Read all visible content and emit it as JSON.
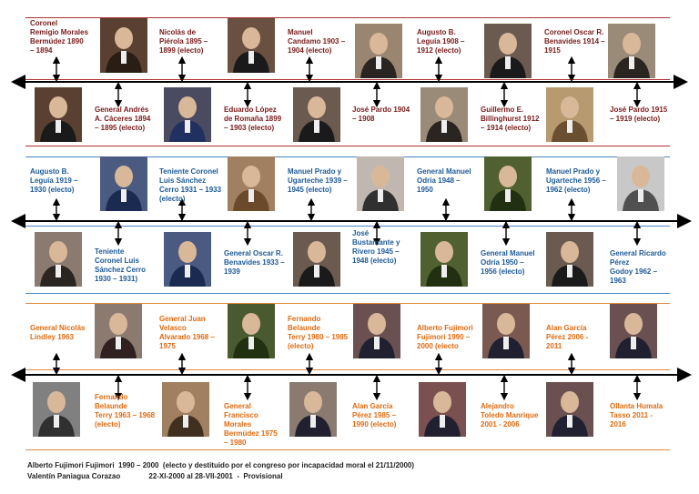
{
  "colors": {
    "band1": "#7a1a1a",
    "band2": "#1c5a98",
    "band3": "#e06a10",
    "axis": "#000000"
  },
  "band1": {
    "top": [
      "Coronel\nRemigio Morales\nBermúdez 1890\n– 1894",
      "Nicolás de\nPiérola   1895 –\n1899 (electo)",
      "Manuel\nCandamo 1903 –\n1904 (electo)",
      "Augusto B.\nLeguía   1908 –\n1912 (electo)",
      "Coronel Oscar R.\nBenavides 1914 –\n1915"
    ],
    "bottom": [
      "General Andrés\nA. Cáceres 1894\n– 1895 (electo)",
      "Eduardo López\nde Romaña 1899\n– 1903 (electo)",
      "José Pardo 1904\n– 1908",
      "Guillermo E.\nBillinghurst 1912\n– 1914 (electo)",
      "José Pardo 1915\n– 1919 (electo)"
    ]
  },
  "band2": {
    "top": [
      "Augusto B.\nLeguía   1919 –\n1930  (electo)",
      "Teniente Coronel\nLuis Sánchez\nCerro 1931 – 1933\n(electo)",
      "Manuel Prado y\nUgarteche 1939 –\n1945  (electo)",
      "General Manuel\nOdría     1948 –\n1950",
      "Manuel Prado y\nUgarteche 1956 –\n1962 (electo)"
    ],
    "bottom": [
      "Teniente\nCoronel Luis\nSánchez Cerro\n1930 – 1931)",
      "General Oscar R.\nBenavides 1933 –\n1939",
      "José\nBustamante y\nRivero   1945 –\n1948 (electo)",
      "General Manuel\nOdría     1950 –\n1956 (electo)",
      "General Ricardo\nPérez\nGodoy 1962 –\n1963"
    ]
  },
  "band3": {
    "top": [
      "General Nicolás\nLindley   1963",
      "General Juan\nVelasco\nAlvarado 1968 –\n1975",
      "Fernando\nBelaunde\nTerry 1980 – 1985\n(electo)",
      "Alberto Fujimori\nFujimori 1990 –\n2000 (electo",
      "Alan García\nPérez      2006 -\n2011"
    ],
    "bottom": [
      "Fernando\nBelaunde\nTerry 1963 – 1968\n(electo)",
      "General\nFrancisco\nMorales\nBermúdez 1975\n– 1980",
      "Alan García\nPérez      1985 –\n1990 (electo)",
      "Alejandro\nToledo Manrique\n2001 - 2006",
      "Ollanta Humala\nTasso      2011 -\n2016"
    ]
  },
  "footer": {
    "line1": "Alberto Fujimori Fujimori  1990 – 2000  (electo y destituido por el congreso por incapacidad moral el 21/11/2000)",
    "line2": "Valentín Paniagua Corazao              22-XI-2000 al 28-VII-2001  -  Provisional"
  }
}
